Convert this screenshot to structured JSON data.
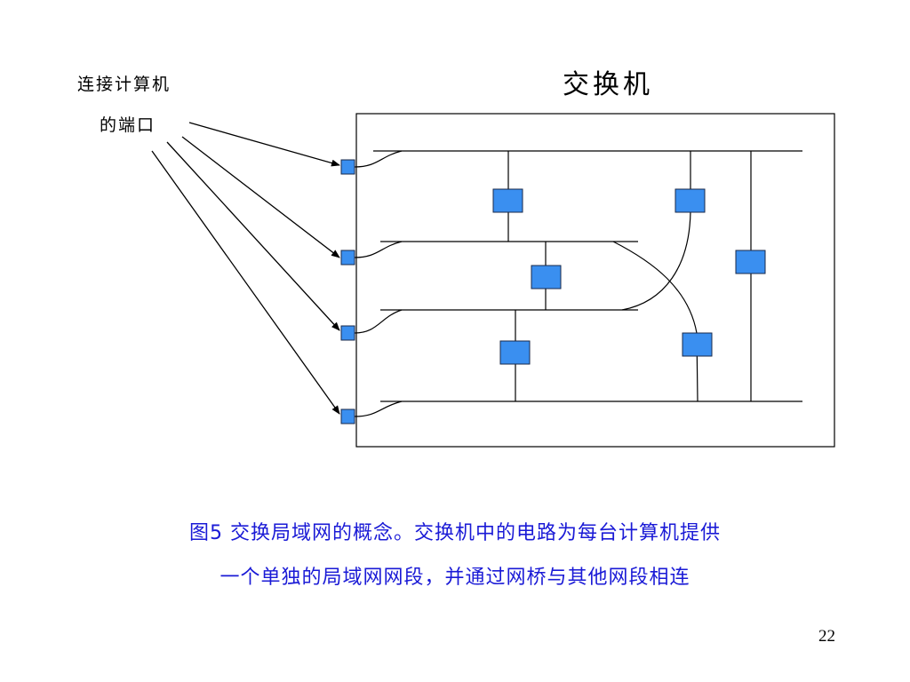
{
  "labels": {
    "ports_line1": "连接计算机",
    "ports_line2": "的端口",
    "switch_title": "交换机"
  },
  "caption": {
    "line1": "图5 交换局域网的概念。交换机中的电路为每台计算机提供",
    "line2": "一个单独的局域网网段，并通过网桥与其他网段相连"
  },
  "page_number": "22",
  "colors": {
    "bridge_fill": "#3a8ff0",
    "bridge_stroke": "#1a2a4a",
    "caption_text": "#1a1ad6",
    "line": "#000000"
  },
  "diagram": {
    "port_count": 4,
    "segment_count": 4,
    "bridge_count": 6
  }
}
